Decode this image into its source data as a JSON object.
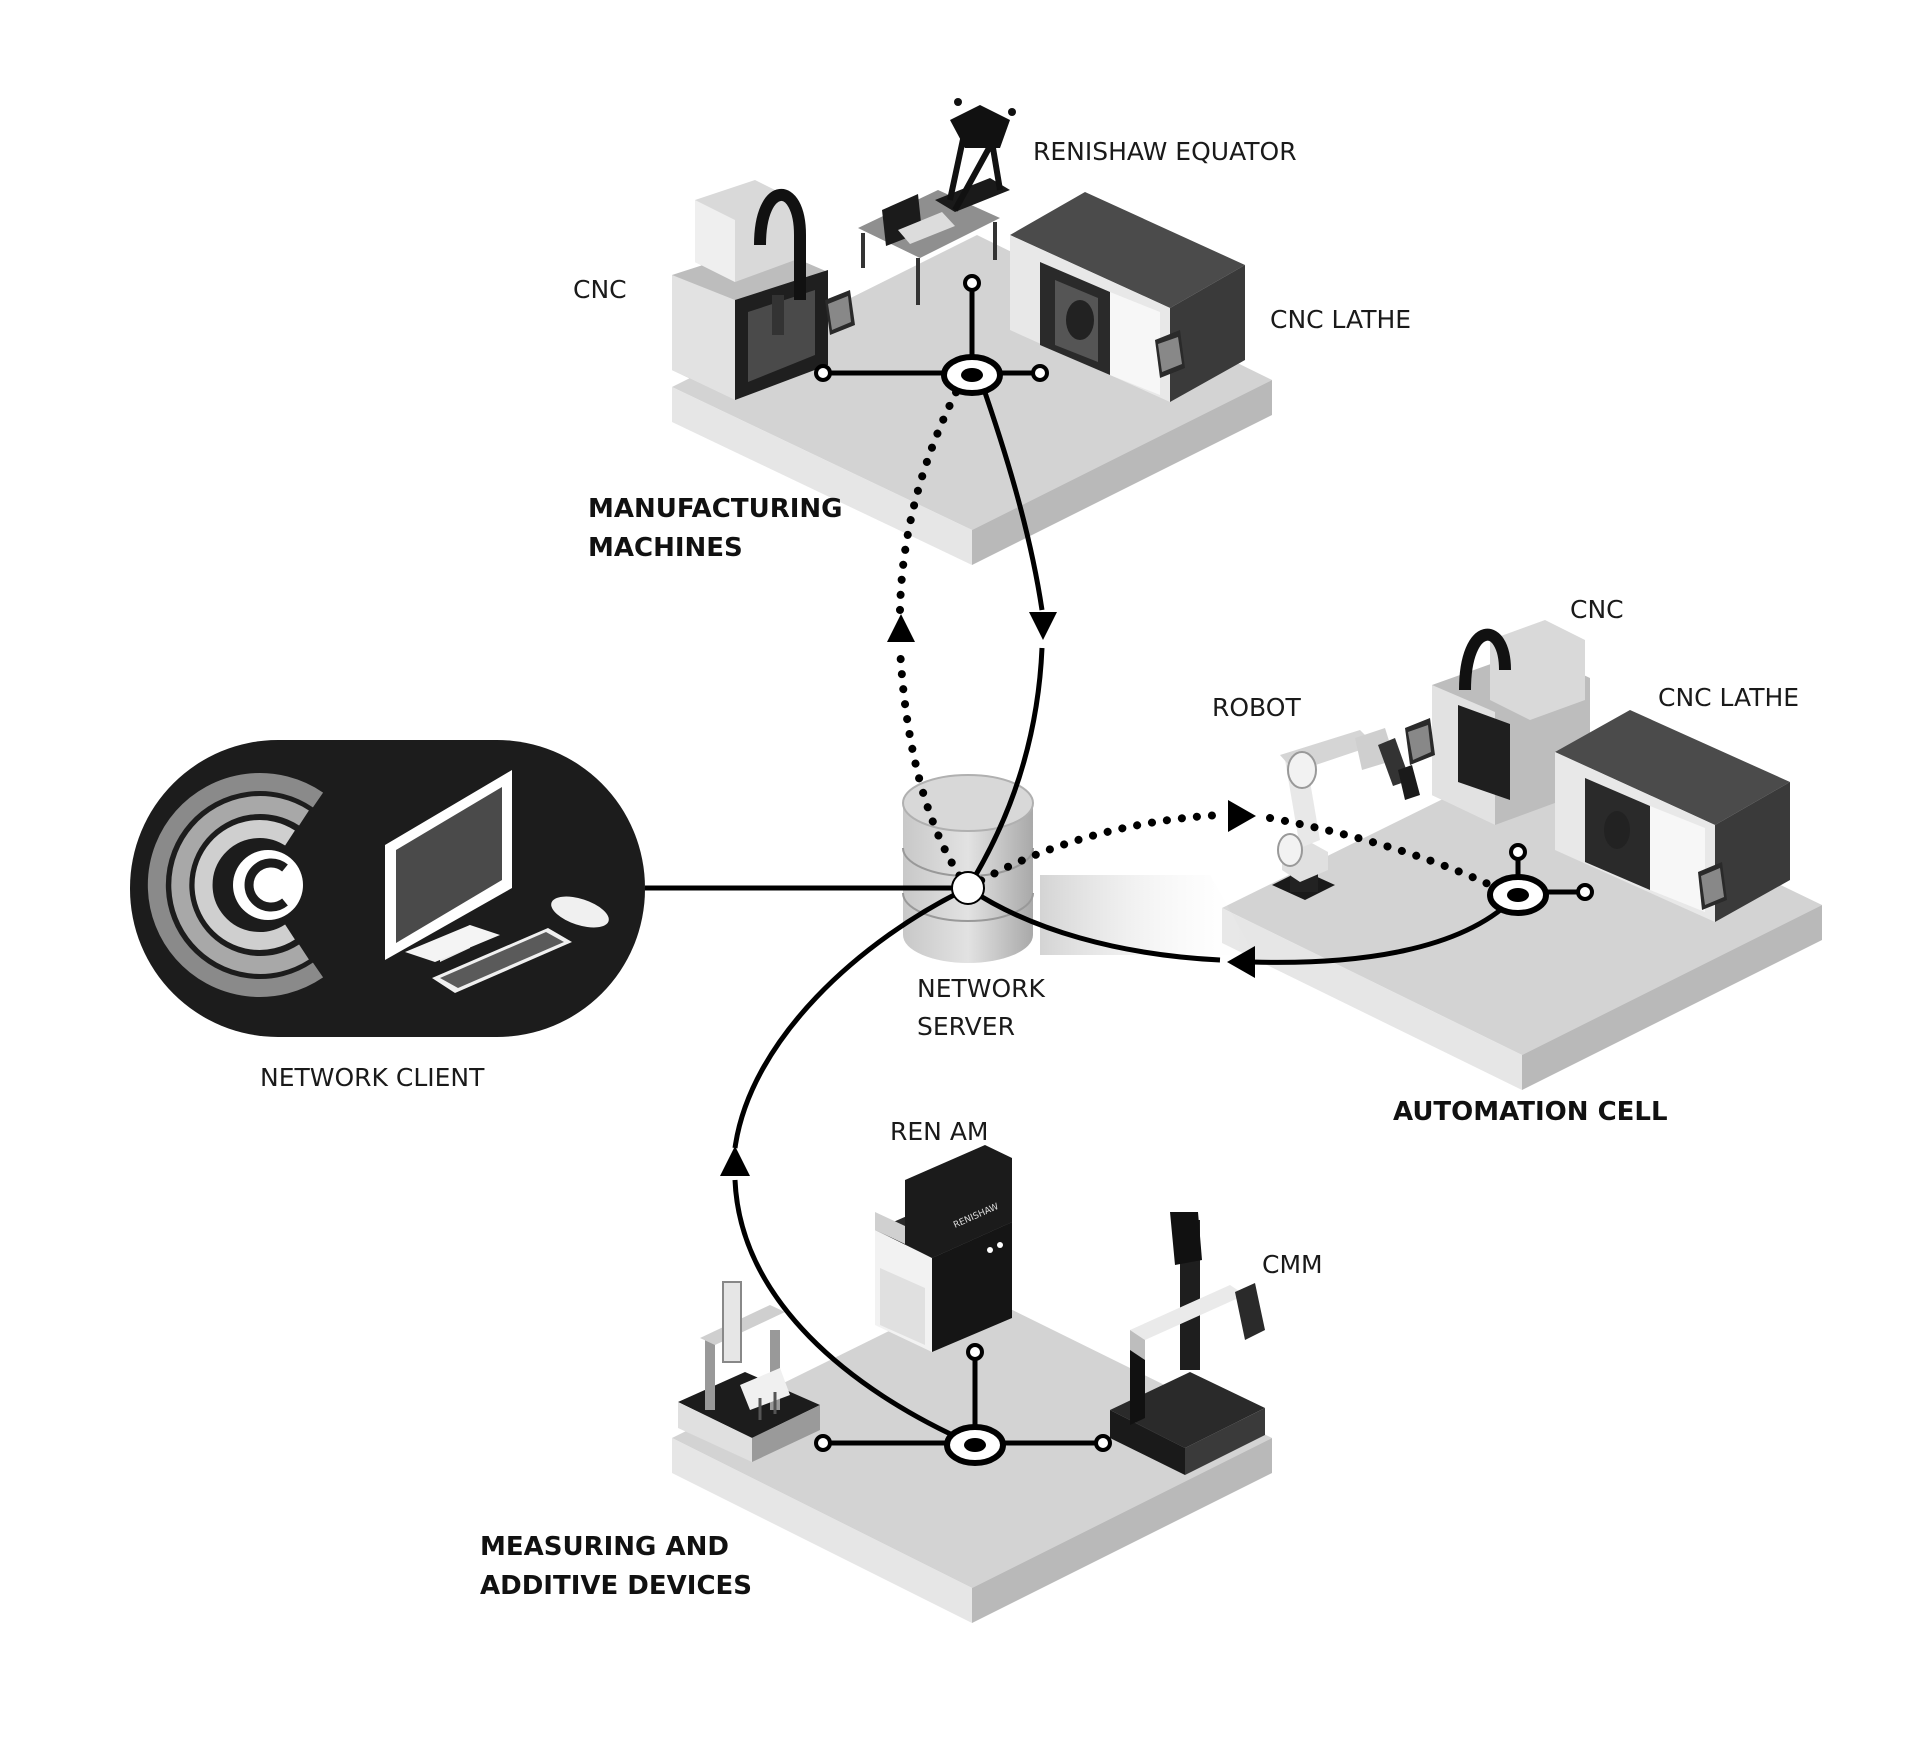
{
  "labels": {
    "renishaw_equator": "RENISHAW EQUATOR",
    "cnc_top": "CNC",
    "cnc_lathe_top": "CNC LATHE",
    "cnc_right": "CNC",
    "cnc_lathe_right": "CNC LATHE",
    "robot": "ROBOT",
    "ren_am": "REN AM",
    "cmm": "CMM",
    "network_client": "NETWORK CLIENT",
    "network_server_line1": "NETWORK",
    "network_server_line2": "SERVER"
  },
  "groups": {
    "manufacturing_line1": "MANUFACTURING",
    "manufacturing_line2": "MACHINES",
    "automation": "AUTOMATION CELL",
    "measuring_line1": "MEASURING AND",
    "measuring_line2": "ADDITIVE DEVICES"
  },
  "colors": {
    "platform_top": "#d3d3d3",
    "platform_left": "#e6e6e6",
    "platform_right": "#b9b9b9",
    "client_bg": "#1c1c1c",
    "line": "#000000"
  },
  "icons": {
    "client_logo": "concentric-c-logo-icon",
    "client_monitor": "monitor-icon",
    "client_keyboard": "keyboard-icon",
    "client_mouse": "mouse-icon",
    "server": "database-cylinder-icon",
    "hub": "network-hub-icon"
  }
}
